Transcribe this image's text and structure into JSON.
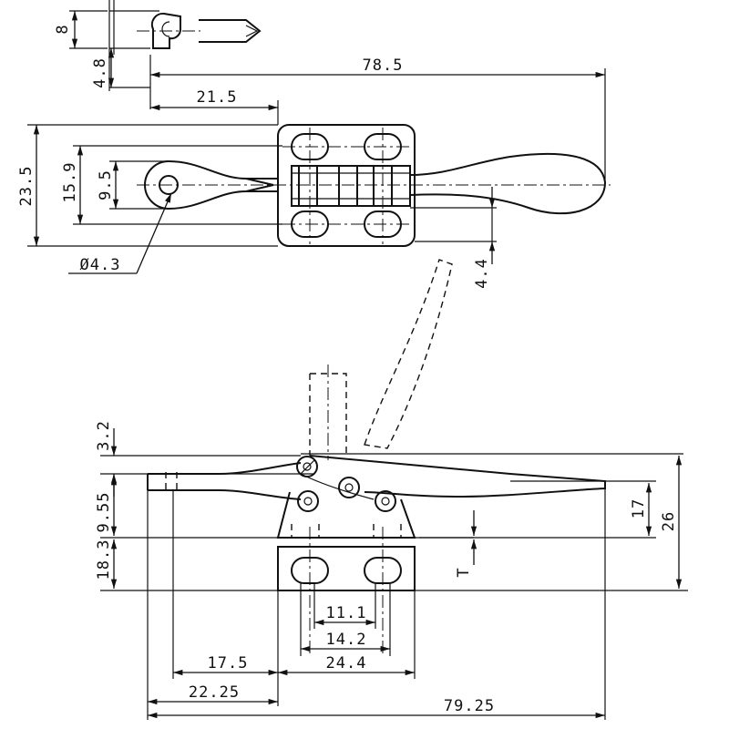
{
  "drawing": {
    "dimensions": {
      "d8": "8",
      "d4_8": "4.8",
      "d78_5": "78.5",
      "d21_5": "21.5",
      "d23_5": "23.5",
      "d15_9": "15.9",
      "d9_5": "9.5",
      "d_hole": "Ø4.3",
      "d4_4": "4.4",
      "d3_2": "3.2",
      "d9_55": "9.55",
      "d18_3": "18.3",
      "d17": "17",
      "d26": "26",
      "d_T": "T",
      "d11_1": "11.1",
      "d14_2": "14.2",
      "d17_5": "17.5",
      "d24_4": "24.4",
      "d22_25": "22.25",
      "d79_25": "79.25"
    }
  }
}
